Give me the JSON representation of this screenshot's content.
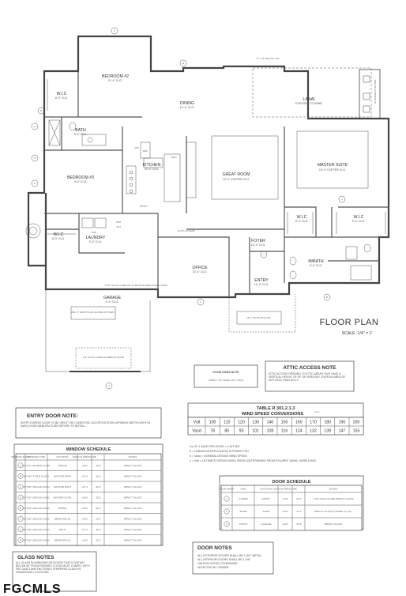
{
  "plan": {
    "title": "FLOOR PLAN",
    "scale": "SCALE :1/4\" = 1'",
    "watermark": "FGCMLS",
    "grid_markers": [
      "F",
      "E",
      "D",
      "C",
      "B",
      "A",
      "H",
      "G"
    ],
    "rooms": [
      {
        "name": "BEDROOM #2",
        "dim": "11'-4\" CLG."
      },
      {
        "name": "W.I.C",
        "dim": "8'-0\" CLG."
      },
      {
        "name": "BATH",
        "dim": "9'-4\" CLG."
      },
      {
        "name": "DINING",
        "dim": "10'-4\" CLG."
      },
      {
        "name": "LANAI",
        "dim": "EXPOSED TO WIND"
      },
      {
        "name": "KITCHEN",
        "dim": "10'-4\" CLG."
      },
      {
        "name": "GREAT ROOM",
        "dim": "10'-4\" COFFER CLG."
      },
      {
        "name": "MASTER SUITE",
        "dim": "10'-4\" COFFER CLG."
      },
      {
        "name": "BEDROOM #3",
        "dim": "9'-4\" CLG."
      },
      {
        "name": "W.I.C",
        "dim": "8'-0\" CLG."
      },
      {
        "name": "LAUNDRY",
        "dim": "9'-4\" CLG."
      },
      {
        "name": "W.I.C",
        "dim": "9'-4\" CLG."
      },
      {
        "name": "W.I.C",
        "dim": "9'-4\" CLG."
      },
      {
        "name": "FOYER",
        "dim": "10'-4\" CLG."
      },
      {
        "name": "OFFICE",
        "dim": "10'-4\" CLG."
      },
      {
        "name": "ENTRY",
        "dim": "10'-4\" CLG."
      },
      {
        "name": "M/BATH",
        "dim": "9'-4\" CLG."
      },
      {
        "name": "GARAGE",
        "dim": "9'-4\" CLG."
      }
    ],
    "labels": {
      "tray": "TRAY",
      "dw": "DW",
      "ref": "REF",
      "pantry": "PNTRY",
      "wh": "W/H",
      "ah": "A/H",
      "wd": "W/D",
      "outdoor_kitchen": "OUTDOOR KITCHEN",
      "lanai_note": "8\" x 16\" BLOCK COL.",
      "entry_note": "16\" x 16\" BLOCK COL.",
      "garage_note": "MIN. 6\" DROP PLAN SLOPE 1/8\" PER 1'",
      "garage_wall": "1 3/8\" SOLID CORE OR 20 MINUTE FIRE RATED DOOR",
      "attic": "ATTIC ACCESS",
      "drive_note": "1/2\" SOLID CORE EXTERIOR DOOR"
    }
  },
  "door_sizes_note": {
    "title": "DOOR SIZES NOTE",
    "text": "30X80 = 3'0\" WIDE X 8'0\" HIGH"
  },
  "attic_access_note": {
    "title": "ATTIC ACCESS NOTE",
    "text": "ATTIC ACCESS OPENING TO ATTIC AREAS THAT HAVE A VERTICAL HEIGHT OF 30\" OR GREATER, OVER AN AREA OF NOT LESS THAN 30 S.F."
  },
  "entry_door_note": {
    "title": "ENTRY DOOR NOTE:",
    "text": "ENTRY EGRESS DOOR TO BE: MEET THE CODES FBC 2023 8TH EDITION (OPENING WIDTH) WITH 90 (WAY) DOOR MANUFACTURE BEFORE TO INSTALL"
  },
  "wind_table": {
    "title": "TABLE R 301.2.1.3",
    "subtitle": "WIND SPEED CONVERSIONS",
    "superscript": "a,b,c",
    "row_labels": [
      "Vult",
      "Vasd"
    ],
    "vult": [
      "100",
      "110",
      "120",
      "130",
      "140",
      "150",
      "160",
      "170",
      "180",
      "190",
      "200"
    ],
    "vasd": [
      "78",
      "85",
      "93",
      "101",
      "108",
      "116",
      "124",
      "132",
      "139",
      "147",
      "155"
    ],
    "footnotes": [
      "For SI: 1 MILE PER HOUR = 0.447 M/S",
      "a = LINEAR INTERPOLATION IS PERMITTED",
      "b = Vasd = NOMINAL DESIGN WIND SPEED",
      "c = Vult = ULTIMATE DESIGN WIND SPEED DETERMINED FROM FIGURES 1609A ,1609B,1609C."
    ]
  },
  "window_schedule": {
    "title": "WINDOW SCHEDULE",
    "headers": [
      "WINDOW MARK",
      "WINDOW TYPE",
      "LOCATION",
      "DESIGN PRESSURE",
      "",
      "NOTES"
    ],
    "rows": [
      [
        "A",
        "54\"X72\" DOUBLE HUNG",
        "OFFICE",
        "+26.5",
        "-29.5",
        "IMPACT GLASS"
      ],
      [
        "B",
        "36\"X62\" FIXED GLASS",
        "MASTER BATH",
        "+27.4",
        "-30.0",
        "IMPACT GLASS"
      ],
      [
        "C",
        "30\"X50\" SINGLE HUNG",
        "MASTER BATH",
        "+27.4",
        "-30.0",
        "IMPACT GLASS"
      ],
      [
        "D",
        "54\"X62\" SINGLE HUNG",
        "MASTER SUITE",
        "+26.5",
        "-29.5",
        "IMPACT GLASS"
      ],
      [
        "E",
        "54\"X62\" SINGLE HUNG",
        "DINING",
        "+26.5",
        "-29.2",
        "IMPACT GLASS"
      ],
      [
        "F",
        "36\"X62\" SINGLE HUNG",
        "BEDROOM #2",
        "+26.5",
        "-29.2",
        "IMPACT GLASS"
      ],
      [
        "G",
        "30\"X50\" SINGLE HUNG",
        "BATH",
        "+27.4",
        "-30.0",
        "IMPACT GLASS"
      ],
      [
        "H",
        "36\"X62\" SINGLE HUNG",
        "BEDROOM #3",
        "+26.5",
        "-29.2",
        "IMPACT GLASS"
      ]
    ]
  },
  "door_schedule": {
    "title": "DOOR SCHEDULE",
    "headers": [
      "DOOR MARK",
      "SIZE",
      "LOCATION",
      "DESIGN PRESSURE",
      "",
      "NOTES"
    ],
    "rows": [
      [
        "1",
        "2-30X80",
        "ENTRY",
        "+24.6",
        "-27.2",
        "1 3/4\" SOLID CORE IMPACT GLASS"
      ],
      [
        "2",
        "80X80",
        "SLIDE",
        "+24.6",
        "-27.2",
        "IMPACT GLASS (2 PANEL S.G.D.)"
      ],
      [
        "3",
        "160X70",
        "GARAGE",
        "+23.5",
        "-25.5",
        "IMPACT GLASS"
      ]
    ]
  },
  "glass_notes": {
    "title": "GLASS NOTES",
    "text": "ALL GLASS IN WINDOWS OR DOORS THAT IS WITHIN BELOW 60\" FROM FINISHED FLOOR MUST COMPLY WITH FBC 2406.3 AND FBC R308.4 TEMPERED GLASS IN HAZARDOUS LOCATIONS"
  },
  "door_notes": {
    "title": "DOOR NOTES",
    "lines": [
      "ALL EXTERIOR DOORS SHALL BE 1-3/4\" METAL",
      "ALL INTERIOR DOORS SHALL BE 1-3/8\"",
      "UNLESS NOTED OTHERWISE",
      "SELECTED BY OWNER"
    ]
  }
}
